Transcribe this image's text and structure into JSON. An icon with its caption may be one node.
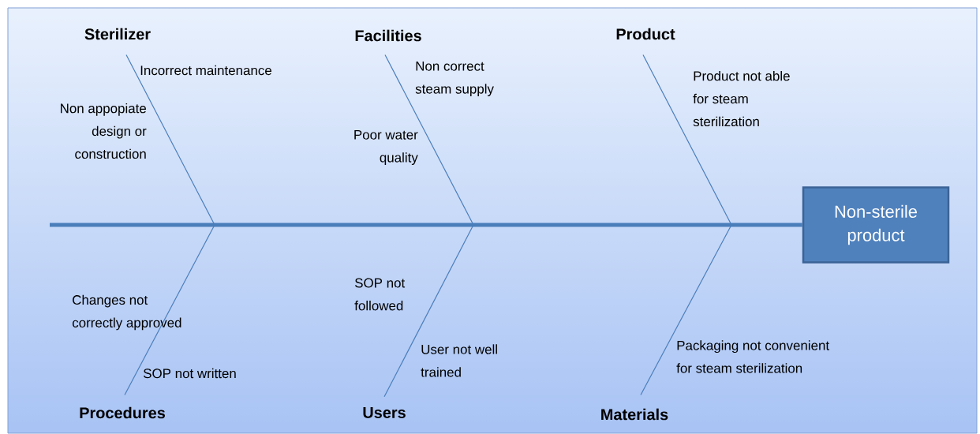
{
  "diagram": {
    "nodes": [
      {
        "text": [
          "Sterilizer"
        ]
      },
      {
        "text": [
          "Facilities"
        ]
      },
      {
        "text": [
          "Product"
        ]
      },
      {
        "text": [
          "Non-sterile product"
        ]
      },
      {
        "text": [
          "Procedures"
        ]
      },
      {
        "text": [
          "Users"
        ]
      },
      {
        "text": [
          "Materials"
        ]
      }
    ],
    "edges": [
      {
        "from": null,
        "to": 3,
        "arrow": "none",
        "style": "thick"
      },
      {
        "from": 0,
        "to": null,
        "arrow": "none"
      },
      {
        "from": 1,
        "to": null,
        "arrow": "none"
      },
      {
        "from": 2,
        "to": null,
        "arrow": "none"
      },
      {
        "from": 4,
        "to": null,
        "arrow": "none"
      },
      {
        "from": 5,
        "to": null,
        "arrow": "none"
      },
      {
        "from": 6,
        "to": null,
        "arrow": "none"
      }
    ],
    "labels": [
      "Incorrect maintenance",
      "Non appopiate design or construction",
      "Non correct steam supply",
      "Poor water quality",
      "Product not able for steam sterilization",
      "Changes not correctly approved",
      "SOP not written",
      "SOP not followed",
      "User not well trained",
      "Packaging not convenient for steam sterilization"
    ]
  }
}
